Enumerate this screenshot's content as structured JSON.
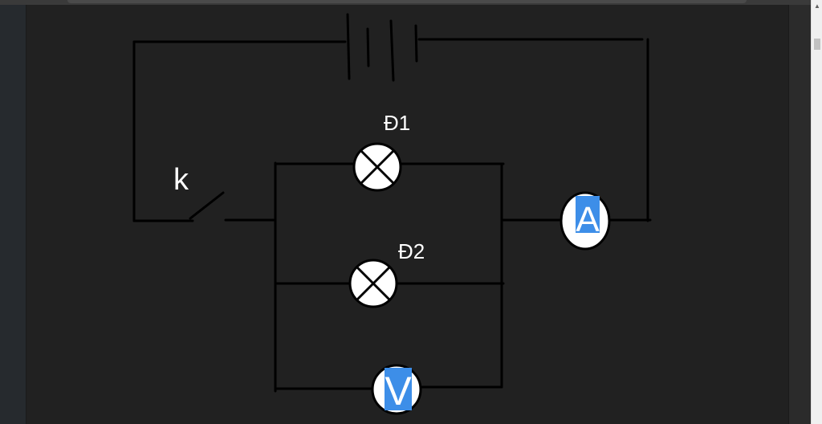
{
  "diagram": {
    "labels": {
      "lamp1": "Đ1",
      "lamp2": "Đ2",
      "switch": "k",
      "ammeter": "A",
      "voltmeter": "V"
    },
    "colors": {
      "background": "#212121",
      "wire": "#000000",
      "text": "#ffffff",
      "meter_highlight": "#3d8ee8",
      "component_fill": "#ffffff"
    },
    "icons": {
      "battery": "battery-icon",
      "lamp": "lamp-icon",
      "switch": "switch-icon",
      "ammeter": "ammeter-icon",
      "voltmeter": "voltmeter-icon"
    }
  }
}
